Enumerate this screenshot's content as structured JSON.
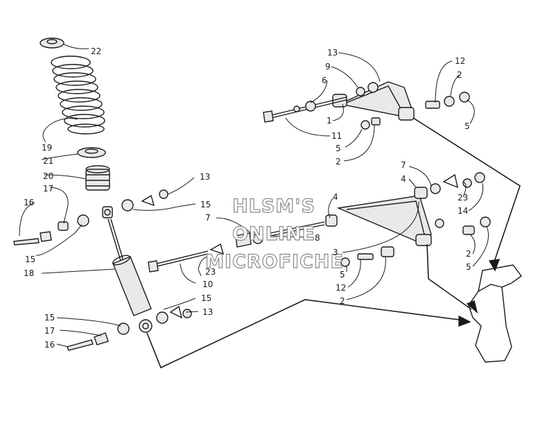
{
  "watermark": {
    "line1": "HLSM'S",
    "line2": "ONLINE",
    "line3": "MICROFICHE"
  },
  "callouts": {
    "c1": "22",
    "c2": "19",
    "c3": "21",
    "c4": "20",
    "c5": "17",
    "c6": "16",
    "c7": "15",
    "c8": "18",
    "c9": "13",
    "c10": "15",
    "c11": "7",
    "c12": "23",
    "c13": "10",
    "c14": "15",
    "c15": "13",
    "c16": "15",
    "c17": "17",
    "c18": "16",
    "c19": "13",
    "c20": "9",
    "c21": "6",
    "c22": "1",
    "c23": "11",
    "c24": "5",
    "c25": "2",
    "c26": "12",
    "c27": "2",
    "c28": "5",
    "c29": "4",
    "c30": "8",
    "c31": "3",
    "c32": "5",
    "c33": "12",
    "c34": "2",
    "c35": "7",
    "c36": "4",
    "c37": "23",
    "c38": "14",
    "c39": "2",
    "c40": "5"
  }
}
